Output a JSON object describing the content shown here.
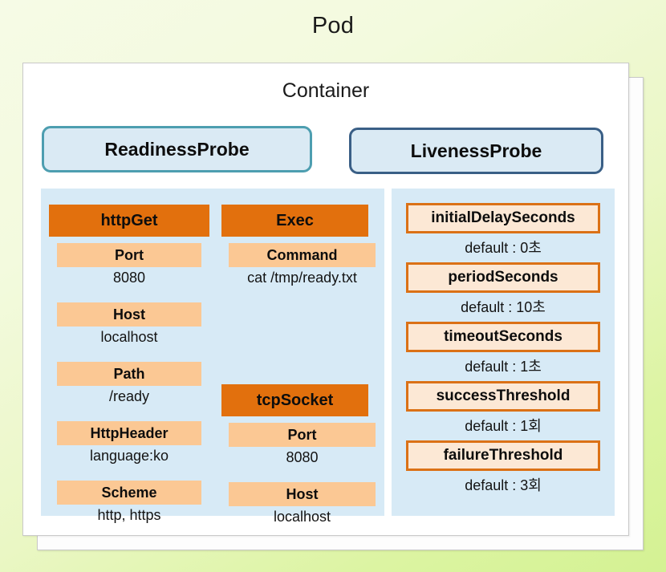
{
  "diagram": {
    "pod_title": "Pod",
    "container_title": "Container"
  },
  "probes": {
    "readiness": {
      "label": "ReadinessProbe",
      "border_color": "#4d9eb0",
      "fill_color": "#daeaf4"
    },
    "liveness": {
      "label": "LivenessProbe",
      "border_color": "#3a5f86",
      "fill_color": "#daeaf4"
    }
  },
  "readiness_sections": [
    {
      "name": "httpGet",
      "title": "httpGet",
      "fields": [
        {
          "label": "Port",
          "value": "8080"
        },
        {
          "label": "Host",
          "value": "localhost"
        },
        {
          "label": "Path",
          "value": "/ready"
        },
        {
          "label": "HttpHeader",
          "value": "language:ko"
        },
        {
          "label": "Scheme",
          "value": "http, https"
        }
      ]
    },
    {
      "name": "exec",
      "title": "Exec",
      "fields": [
        {
          "label": "Command",
          "value": "cat  /tmp/ready.txt"
        }
      ]
    },
    {
      "name": "tcpSocket",
      "title": "tcpSocket",
      "fields": [
        {
          "label": "Port",
          "value": "8080"
        },
        {
          "label": "Host",
          "value": "localhost"
        }
      ]
    }
  ],
  "liveness_settings": [
    {
      "label": "initialDelaySeconds",
      "default": "default : 0초"
    },
    {
      "label": "periodSeconds",
      "default": "default : 10초"
    },
    {
      "label": "timeoutSeconds",
      "default": "default : 1초"
    },
    {
      "label": "successThreshold",
      "default": "default : 1회"
    },
    {
      "label": "failureThreshold",
      "default": "default : 3회"
    }
  ],
  "colors": {
    "section_header": "#e2700d",
    "field_label": "#fbc894",
    "panel_blue": "#d7eaf6",
    "liveness_box_border": "#db7116",
    "liveness_box_fill": "#fce8d5"
  }
}
